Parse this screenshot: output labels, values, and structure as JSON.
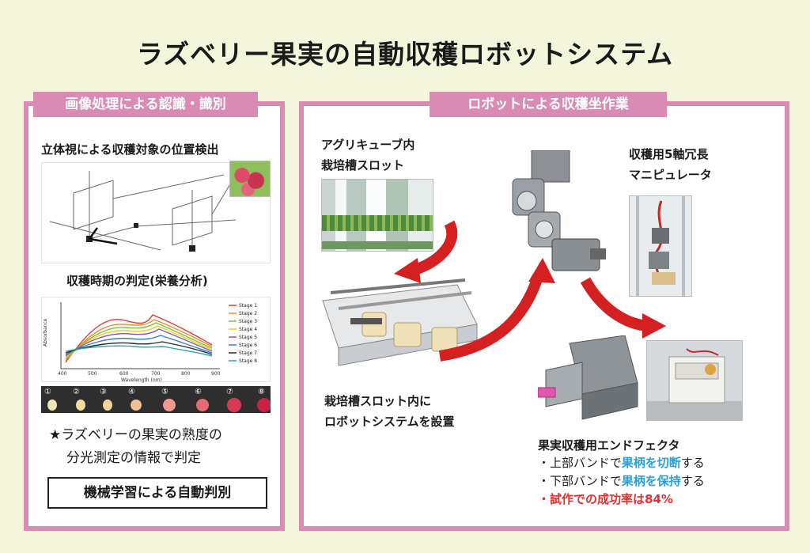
{
  "title": "ラズベリー果実の自動収穫ロボットシステム",
  "left_panel": {
    "header": "画像処理による認識・識別",
    "stereo_label": "立体視による収穫対象の位置検出",
    "timing_label": "収穫時期の判定(栄養分析)",
    "chart": {
      "ylabel": "Absorbance",
      "xlabel": "Wavelength (nm)",
      "xticks": [
        "400",
        "500",
        "600",
        "700",
        "800",
        "900"
      ],
      "legend": [
        "Stage 1",
        "Stage 2",
        "Stage 3",
        "Stage 4",
        "Stage 5",
        "Stage 6",
        "Stage 7",
        "Stage 8"
      ]
    },
    "stage_numbers": [
      "①",
      "②",
      "③",
      "④",
      "⑤",
      "⑥",
      "⑦",
      "⑧"
    ],
    "note_line1": "★ラズベリーの果実の熟度の",
    "note_line2": "分光測定の情報で判定",
    "ml_box": "機械学習による自動判別"
  },
  "right_panel": {
    "header": "ロボットによる収穫坐作業",
    "agricube_line1": "アグリキューブ内",
    "agricube_line2": "栽培槽スロット",
    "manip_line1": "収穫用5軸冗長",
    "manip_line2": "マニピュレータ",
    "install_line1": "栽培槽スロット内に",
    "install_line2": "ロボットシステムを設置",
    "effector_title": "果実収穫用エンドフェクタ",
    "bullet1_pre": "・上部バンドで",
    "bullet1_hl": "果柄を切断",
    "bullet1_post": "する",
    "bullet2_pre": "・下部バンドで",
    "bullet2_hl": "果柄を保持",
    "bullet2_post": "する",
    "bullet3": "・試作での成功率は84%"
  },
  "colors": {
    "background": "#f4f6dc",
    "panel_border": "#d98bb4",
    "highlight_blue": "#2aa0d8",
    "highlight_red": "#e23030",
    "arrow_red": "#d42020"
  }
}
